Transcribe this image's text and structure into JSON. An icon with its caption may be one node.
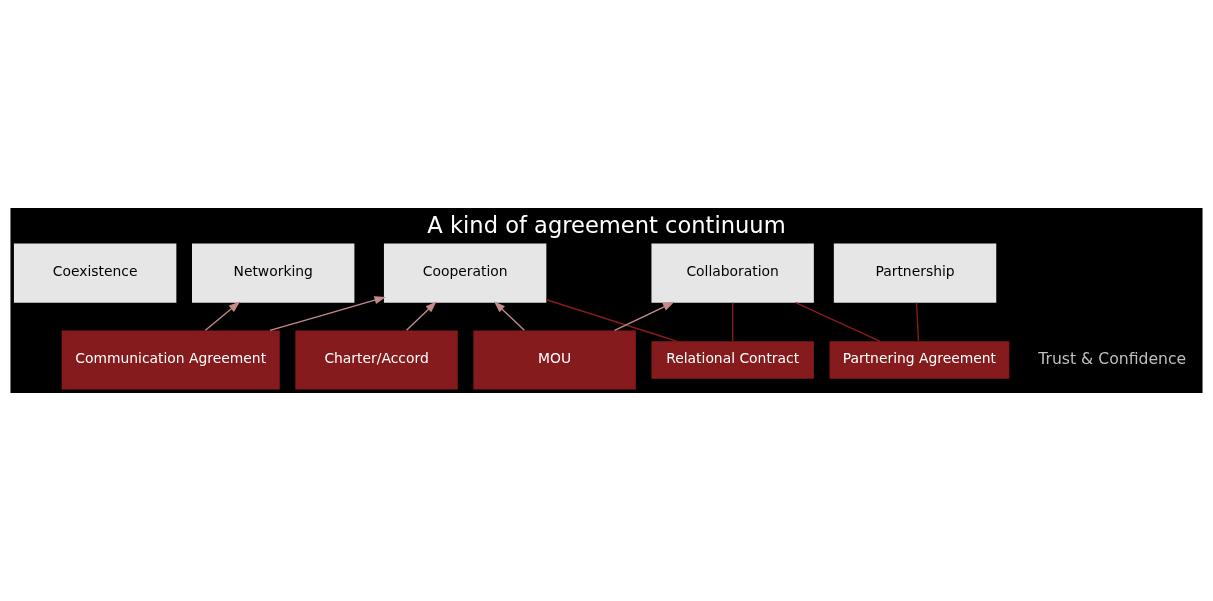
{
  "diagram": {
    "title": "A kind of agreement continuum",
    "nodes": [
      {
        "text": [
          "Coexistence"
        ]
      },
      {
        "text": [
          "Networking"
        ]
      },
      {
        "text": [
          "Cooperation"
        ]
      },
      {
        "text": [
          "Collaboration"
        ]
      },
      {
        "text": [
          "Partnership"
        ]
      },
      {
        "text": [
          "Relational Contract"
        ]
      },
      {
        "text": [
          "Partnering Agreement"
        ]
      },
      {
        "text": [
          "Communication Agreement"
        ]
      },
      {
        "text": [
          "Charter/Accord"
        ]
      },
      {
        "text": [
          "MOU"
        ]
      }
    ],
    "edges": [
      {
        "from": 7,
        "to": 1,
        "arrow": "to"
      },
      {
        "from": 7,
        "to": 2,
        "arrow": "to"
      },
      {
        "from": 8,
        "to": 2,
        "arrow": "to"
      },
      {
        "from": 9,
        "to": 2,
        "arrow": "to"
      },
      {
        "from": 9,
        "to": 3,
        "arrow": "to"
      },
      {
        "from": 5,
        "to": 2,
        "arrow": "none",
        "color": "#8b1a1a"
      },
      {
        "from": 5,
        "to": 3,
        "arrow": "none",
        "color": "#8b1a1a"
      },
      {
        "from": 6,
        "to": 3,
        "arrow": "none",
        "color": "#8b1a1a"
      },
      {
        "from": 6,
        "to": 4,
        "arrow": "none",
        "color": "#8b1a1a"
      }
    ],
    "labels": [
      "Trust & Confidence"
    ]
  }
}
